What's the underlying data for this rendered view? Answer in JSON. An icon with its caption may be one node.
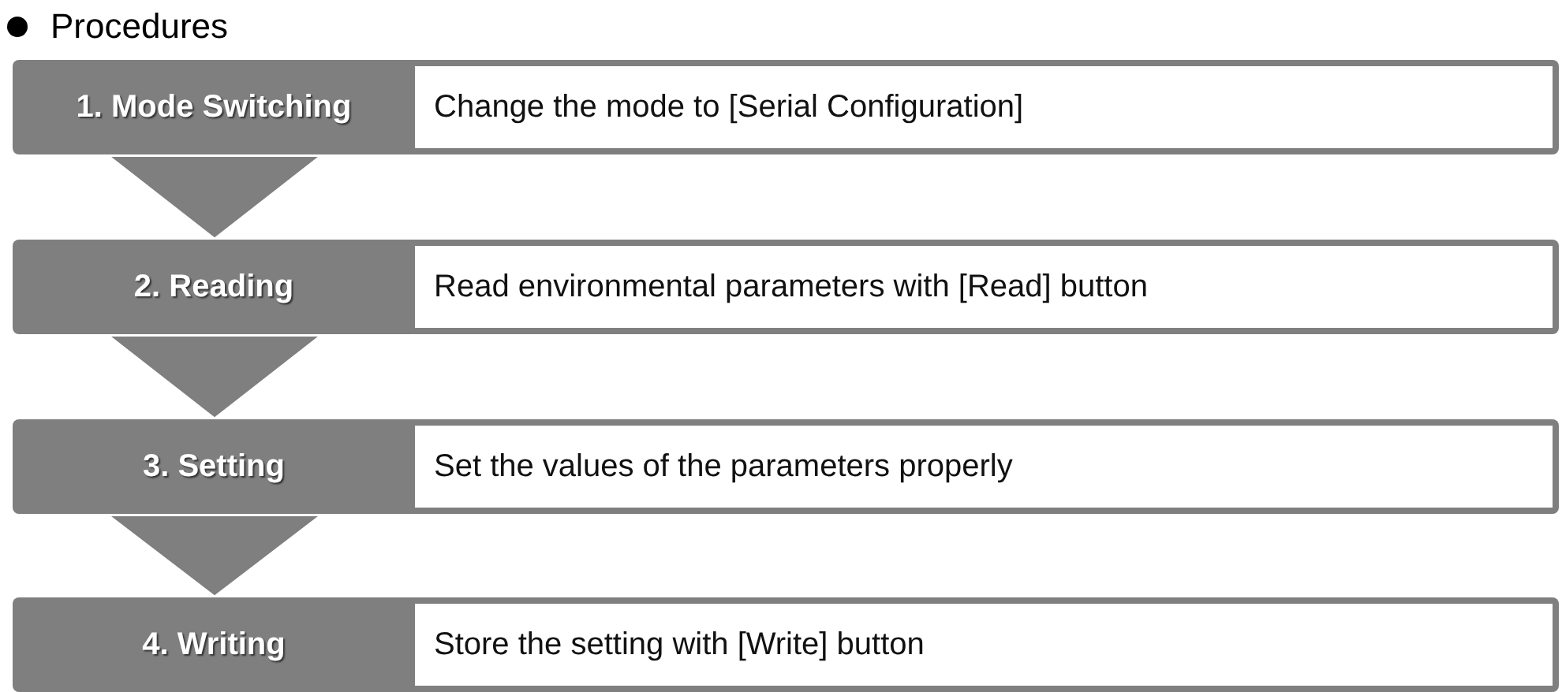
{
  "diagram": {
    "title": "Procedures",
    "nodes": [
      {
        "text": [
          "1. Mode Switching"
        ]
      },
      {
        "text": [
          "Change the mode to [Serial Configuration]"
        ],
        "in": 0
      },
      {
        "text": [
          "2. Reading"
        ]
      },
      {
        "text": [
          "Read environmental parameters with [Read] button"
        ],
        "in": 2
      },
      {
        "text": [
          "3. Setting"
        ]
      },
      {
        "text": [
          "Set the values of the parameters properly"
        ],
        "in": 4
      },
      {
        "text": [
          "4. Writing"
        ]
      },
      {
        "text": [
          "Store the setting with [Write] button"
        ],
        "in": 6
      }
    ],
    "edges": [
      {
        "from": 0,
        "to": 2,
        "arrow": "to"
      },
      {
        "from": 2,
        "to": 4,
        "arrow": "to"
      },
      {
        "from": 4,
        "to": 6,
        "arrow": "to"
      }
    ]
  }
}
